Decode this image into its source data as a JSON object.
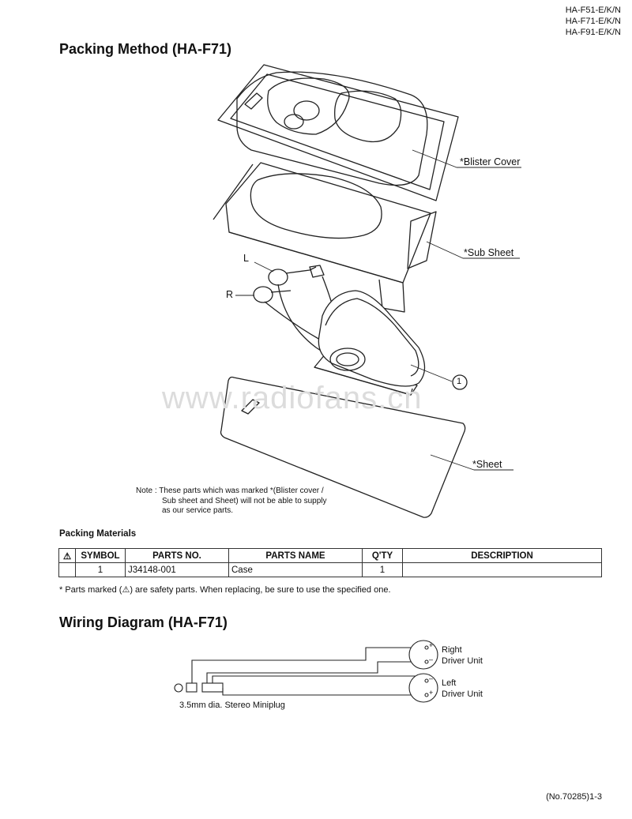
{
  "header": {
    "models": [
      "HA-F51-E/K/N",
      "HA-F71-E/K/N",
      "HA-F91-E/K/N"
    ]
  },
  "packing": {
    "title": "Packing Method (HA-F71)",
    "labels": {
      "blister_cover": "*Blister Cover",
      "sub_sheet": "*Sub Sheet",
      "L": "L",
      "R": "R",
      "item1": "1",
      "sheet": "*Sheet"
    },
    "note": {
      "line1": "Note : These parts which was marked *(Blister cover /",
      "line2": "Sub sheet and Sheet) will not be able to supply",
      "line3": "as our service parts."
    },
    "watermark": "www.radiofans.cn"
  },
  "materials": {
    "title": "Packing Materials",
    "columns": [
      "⚠",
      "SYMBOL",
      "PARTS NO.",
      "PARTS NAME",
      "Q'TY",
      "DESCRIPTION"
    ],
    "rows": [
      {
        "safety": "",
        "symbol": "1",
        "part_no": "J34148-001",
        "name": "Case",
        "qty": "1",
        "description": ""
      }
    ],
    "footnote": "* Parts marked (⚠) are safety parts. When replacing, be sure to use the specified one."
  },
  "wiring": {
    "title": "Wiring Diagram (HA-F71)",
    "right_label": {
      "line1": "Right",
      "line2": "Driver Unit"
    },
    "left_label": {
      "line1": "Left",
      "line2": "Driver Unit"
    },
    "plug_label": "3.5mm dia. Stereo Miniplug",
    "plus": "+",
    "minus": "–"
  },
  "footer": {
    "page": "(No.70285)1-3"
  }
}
